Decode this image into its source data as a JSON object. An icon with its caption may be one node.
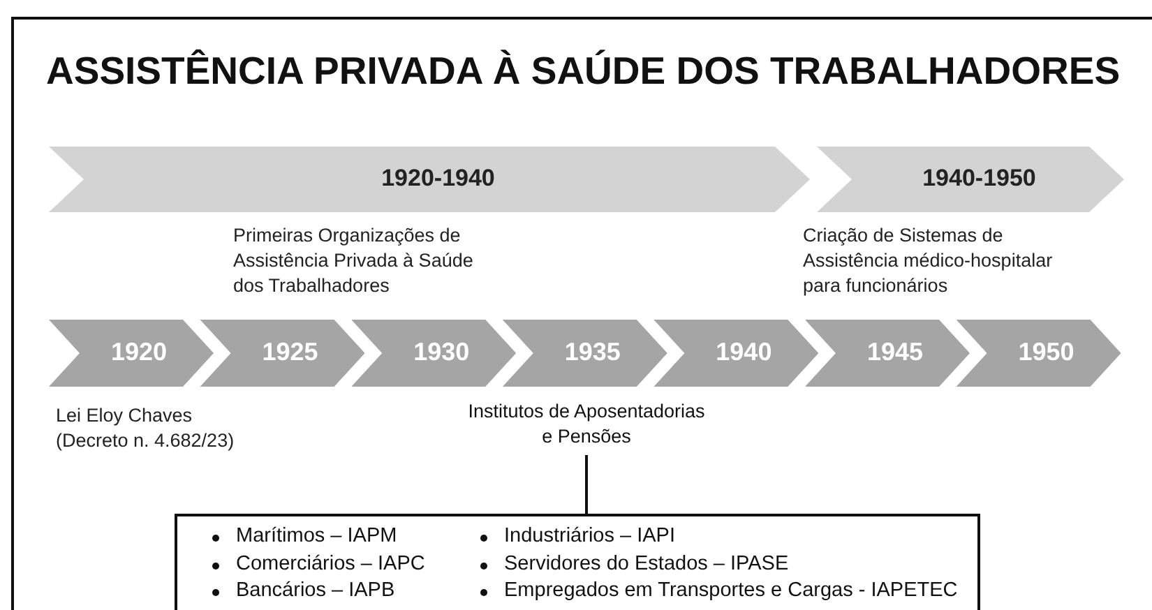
{
  "diagram": {
    "title": "ASSISTÊNCIA PRIVADA À SAÚDE DOS TRABALHADORES",
    "nodes": [
      {
        "text": [
          "1920-1940"
        ],
        "beside": [
          "Primeiras Organizações de Assistência Privada à Saúde dos Trabalhadores"
        ]
      },
      {
        "text": [
          "1940-1950"
        ],
        "beside": [
          "Criação de Sistemas de Assistência médico-hospitalar para funcionários"
        ]
      },
      {
        "text": [
          "1920"
        ],
        "beside": [
          "Lei Eloy Chaves (Decreto n. 4.682/23)"
        ]
      },
      {
        "text": [
          "1925"
        ]
      },
      {
        "text": [
          "1930"
        ]
      },
      {
        "text": [
          "1935"
        ]
      },
      {
        "text": [
          "1940"
        ]
      },
      {
        "text": [
          "1945"
        ]
      },
      {
        "text": [
          "1950"
        ]
      },
      {
        "text": [
          "Institutos de Aposentadorias e Pensões"
        ]
      },
      {
        "text": [
          "Marítimos – IAPM",
          "Comerciários – IAPC",
          "Bancários – IAPB",
          "Industriários – IAPI",
          "Servidores do Estados – IPASE",
          "Empregados em Transportes e Cargas - IAPETEC"
        ]
      }
    ],
    "edges": [
      {
        "from": 9,
        "to": 10,
        "arrow": "none"
      }
    ]
  }
}
